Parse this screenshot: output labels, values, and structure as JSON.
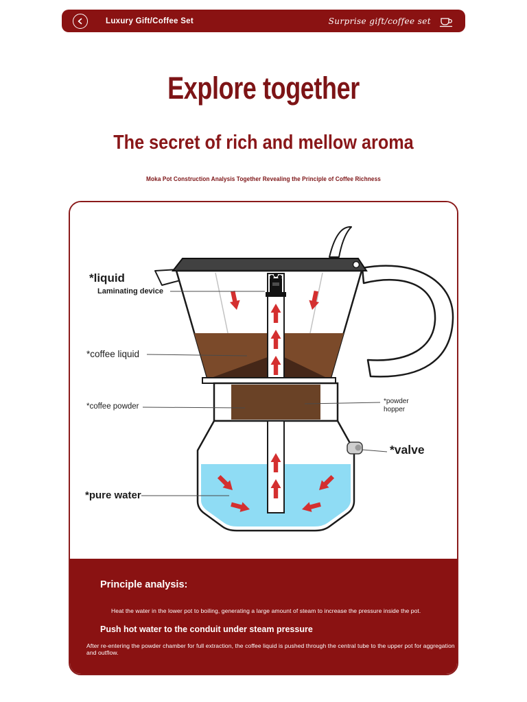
{
  "colors": {
    "brand_red": "#8a1212",
    "heading_red": "#7d1416",
    "coffee_brown": "#6a4226",
    "water_blue": "#8fdcf4",
    "arrow_red": "#d42f2f"
  },
  "header": {
    "title": "Luxury Gift/Coffee Set",
    "tagline": "Surprise gift/coffee set"
  },
  "hero": {
    "title": "Explore together",
    "subtitle": "The secret of rich and mellow aroma",
    "caption": "Moka Pot Construction Analysis Together Revealing the Principle of Coffee Richness"
  },
  "diagram": {
    "labels": {
      "liquid": "*liquid",
      "laminating_device": "Laminating device",
      "coffee_liquid": "*coffee liquid",
      "coffee_powder": "*coffee powder",
      "powder_hopper": "*powder hopper",
      "valve": "*valve",
      "pure_water": "*pure water"
    }
  },
  "principle": {
    "heading": "Principle analysis:",
    "step1": "Heat the water in the lower pot to boiling, generating a large amount of steam to increase the pressure inside the pot.",
    "step2": "Push hot water to the conduit under steam pressure",
    "step3": "After re-entering the powder chamber for full extraction, the coffee liquid is pushed through the central tube to the upper pot for aggregation and outflow."
  }
}
